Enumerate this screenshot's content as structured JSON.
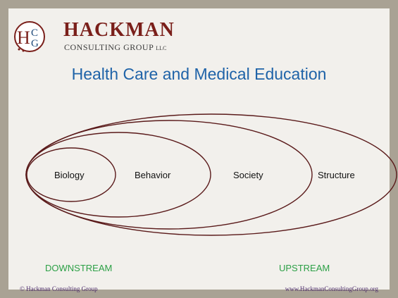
{
  "brand": {
    "monogram_h": "H",
    "monogram_c": "C",
    "monogram_g": "G",
    "name": "HACKMAN",
    "subtitle": "CONSULTING GROUP",
    "subtitle_suffix": "LLC"
  },
  "title": "Health Care and Medical Education",
  "diagram": {
    "labels": {
      "biology": "Biology",
      "behavior": "Behavior",
      "society": "Society",
      "structure": "Structure"
    },
    "left_label": "DOWNSTREAM",
    "right_label": "UPSTREAM"
  },
  "footer": {
    "copyright": "© Hackman Consulting Group",
    "website": "www.HackmanConsultingGroup.org"
  },
  "colors": {
    "frame": "#a9a294",
    "panel": "#f2f0ec",
    "brand": "#7a1f1a",
    "title": "#1f63a8",
    "ellipse_stroke": "#5a1a1a",
    "flow_label": "#2ca046",
    "footer_text": "#4b2a6a"
  }
}
